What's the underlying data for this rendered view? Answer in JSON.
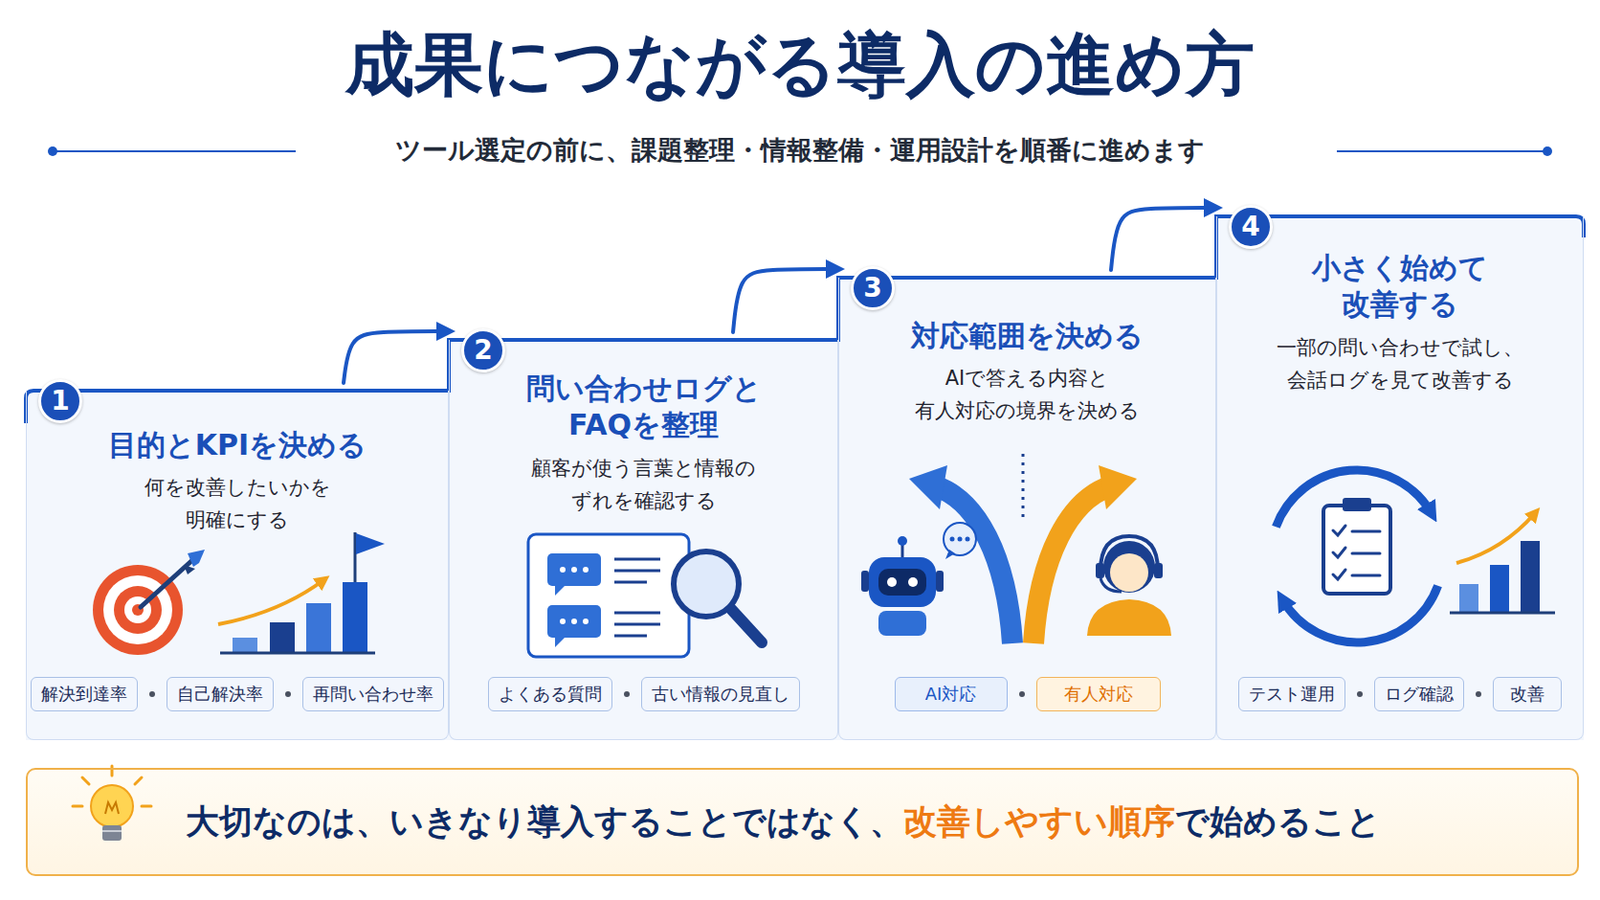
{
  "diagram": {
    "title": "成果につながる導入の進め方",
    "nodes": [
      {
        "text": [
          "目的とKPIを決める",
          "何を改善したいかを 明確にする"
        ]
      },
      {
        "text": [
          "1"
        ],
        "in": 0
      },
      {
        "text": [
          "解決到達率"
        ],
        "in": 0
      },
      {
        "text": [
          "自己解決率"
        ],
        "in": 0
      },
      {
        "text": [
          "再問い合わせ率"
        ],
        "in": 0
      },
      {
        "text": [
          "問い合わせログと FAQを整理",
          "顧客が使う言葉と情報の ずれを確認する"
        ]
      },
      {
        "text": [
          "2"
        ],
        "in": 5
      },
      {
        "text": [
          "よくある質問"
        ],
        "in": 5
      },
      {
        "text": [
          "古い情報の見直し"
        ],
        "in": 5
      },
      {
        "text": [
          "対応範囲を決める",
          "AIで答える内容と 有人対応の境界を決める"
        ]
      },
      {
        "text": [
          "3"
        ],
        "in": 9
      },
      {
        "text": [
          "AI対応"
        ],
        "in": 9
      },
      {
        "text": [
          "有人対応"
        ],
        "in": 9
      },
      {
        "text": [
          "小さく始めて 改善する",
          "一部の問い合わせで試し、 会話ログを見て改善する"
        ]
      },
      {
        "text": [
          "4"
        ],
        "in": 13
      },
      {
        "text": [
          "テスト運用"
        ],
        "in": 13
      },
      {
        "text": [
          "ログ確認"
        ],
        "in": 13
      },
      {
        "text": [
          "改善"
        ],
        "in": 13
      },
      {
        "text": [
          "大切なのは、いきなり導入することではなく、",
          "改善しやすい順序",
          "で始めること"
        ]
      }
    ],
    "edges": [
      {
        "from": 0,
        "to": 6,
        "arrow": "to"
      },
      {
        "from": 5,
        "to": 10,
        "arrow": "to"
      },
      {
        "from": 9,
        "to": 14,
        "arrow": "to"
      }
    ],
    "labels": [
      "ツール選定の前に、課題整理・情報整備・運用設計を順番に進めます"
    ]
  }
}
